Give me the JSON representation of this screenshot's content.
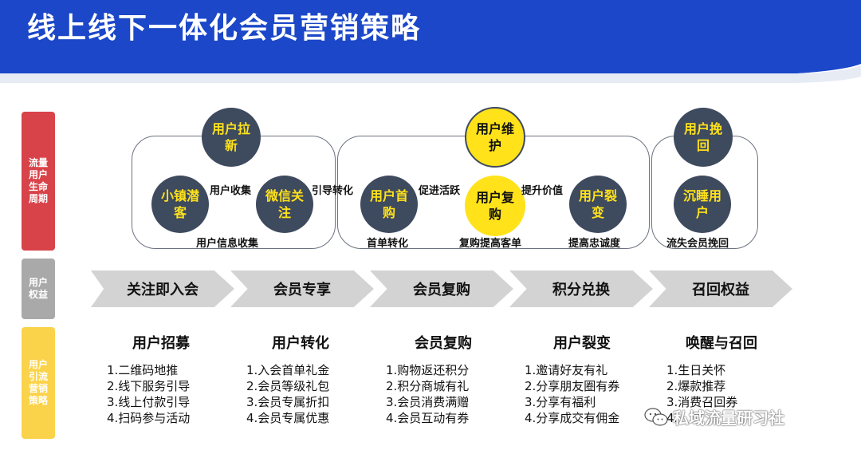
{
  "title": "线上线下一体化会员营销策略",
  "colors": {
    "header": "#1b47c8",
    "circle": "#3e4a5e",
    "circle_text": "#ffe21a",
    "highlight": "#ffe21a",
    "side_flow": "#d8434a",
    "side_rights": "#a9a9a9",
    "side_strategy": "#fbd34a",
    "arrow": "#d3d3d3"
  },
  "side_labels": {
    "flow": "流量用户生命周期",
    "rights": "用户权益",
    "strategy": "用户引流营销策略"
  },
  "lifecycle": {
    "acquire": {
      "title": "用户拉新",
      "town": "小镇潜客",
      "wechat": "微信关注",
      "collect": "用户收集",
      "info_collect": "用户信息收集"
    },
    "guide": "引导转化",
    "retain": {
      "title": "用户维护",
      "first": "用户首购",
      "promote": "促进活跃",
      "repeat": "用户复购",
      "value": "提升价值",
      "fission": "用户裂变",
      "first_convert": "首单转化",
      "repeat_order": "复购提高客单",
      "loyalty": "提高忠诚度"
    },
    "recall": {
      "title": "用户挽回",
      "sleep": "沉睡用户",
      "lost": "流失会员挽回"
    }
  },
  "rights": [
    "关注即入会",
    "会员专享",
    "会员复购",
    "积分兑换",
    "召回权益"
  ],
  "strategies": [
    {
      "title": "用户招募",
      "items": [
        "1.二维码地推",
        "2.线下服务引导",
        "3.线上付款引导",
        "4.扫码参与活动"
      ]
    },
    {
      "title": "用户转化",
      "items": [
        "1.入会首单礼金",
        "2.会员等级礼包",
        "3.会员专属折扣",
        "4.会员专属优惠"
      ]
    },
    {
      "title": "会员复购",
      "items": [
        "1.购物返还积分",
        "2.积分商城有礼",
        "3.会员消费满赠",
        "4.会员互动有券"
      ]
    },
    {
      "title": "用户裂变",
      "items": [
        "1.邀请好友有礼",
        "2.分享朋友圈有券",
        "3.分享有福利",
        "4.分享成交有佣金"
      ]
    },
    {
      "title": "唤醒与召回",
      "items": [
        "1.生日关怀",
        "2.爆款推荐",
        "3.消费召回券",
        "4."
      ]
    }
  ],
  "watermark": "私域流量研习社",
  "icons": {
    "watermark": "wechat-icon"
  }
}
